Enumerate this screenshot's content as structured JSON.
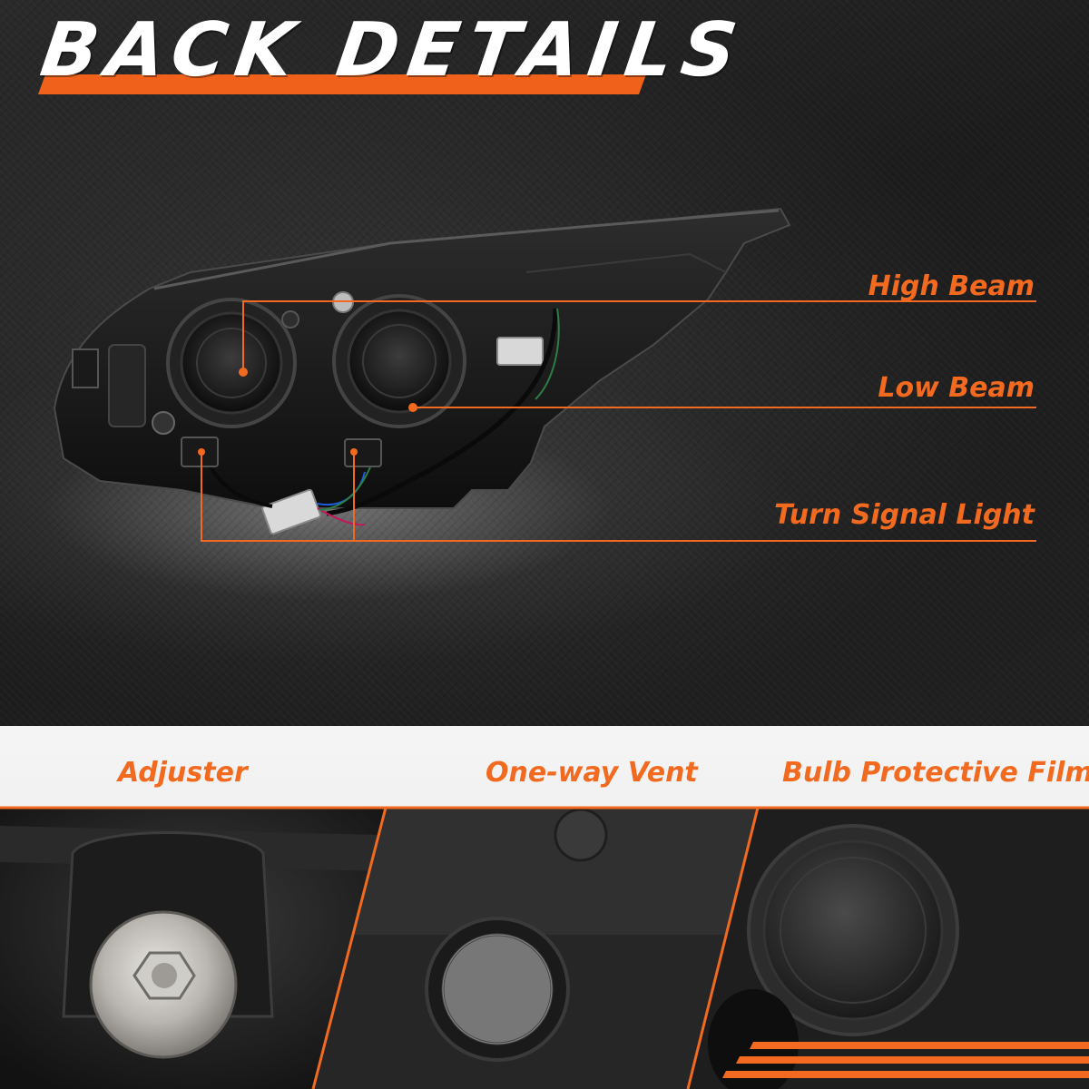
{
  "header": {
    "title": "BACK DETAILS"
  },
  "callouts": [
    {
      "label": "High Beam"
    },
    {
      "label": "Low Beam"
    },
    {
      "label": "Turn Signal Light"
    }
  ],
  "details": [
    {
      "label": "Adjuster"
    },
    {
      "label": "One-way Vent"
    },
    {
      "label": "Bulb Protective Film"
    }
  ],
  "colors": {
    "accent": "#f26a1f",
    "background_dark": "#1e1e1e",
    "background_light": "#f2f2f2"
  }
}
